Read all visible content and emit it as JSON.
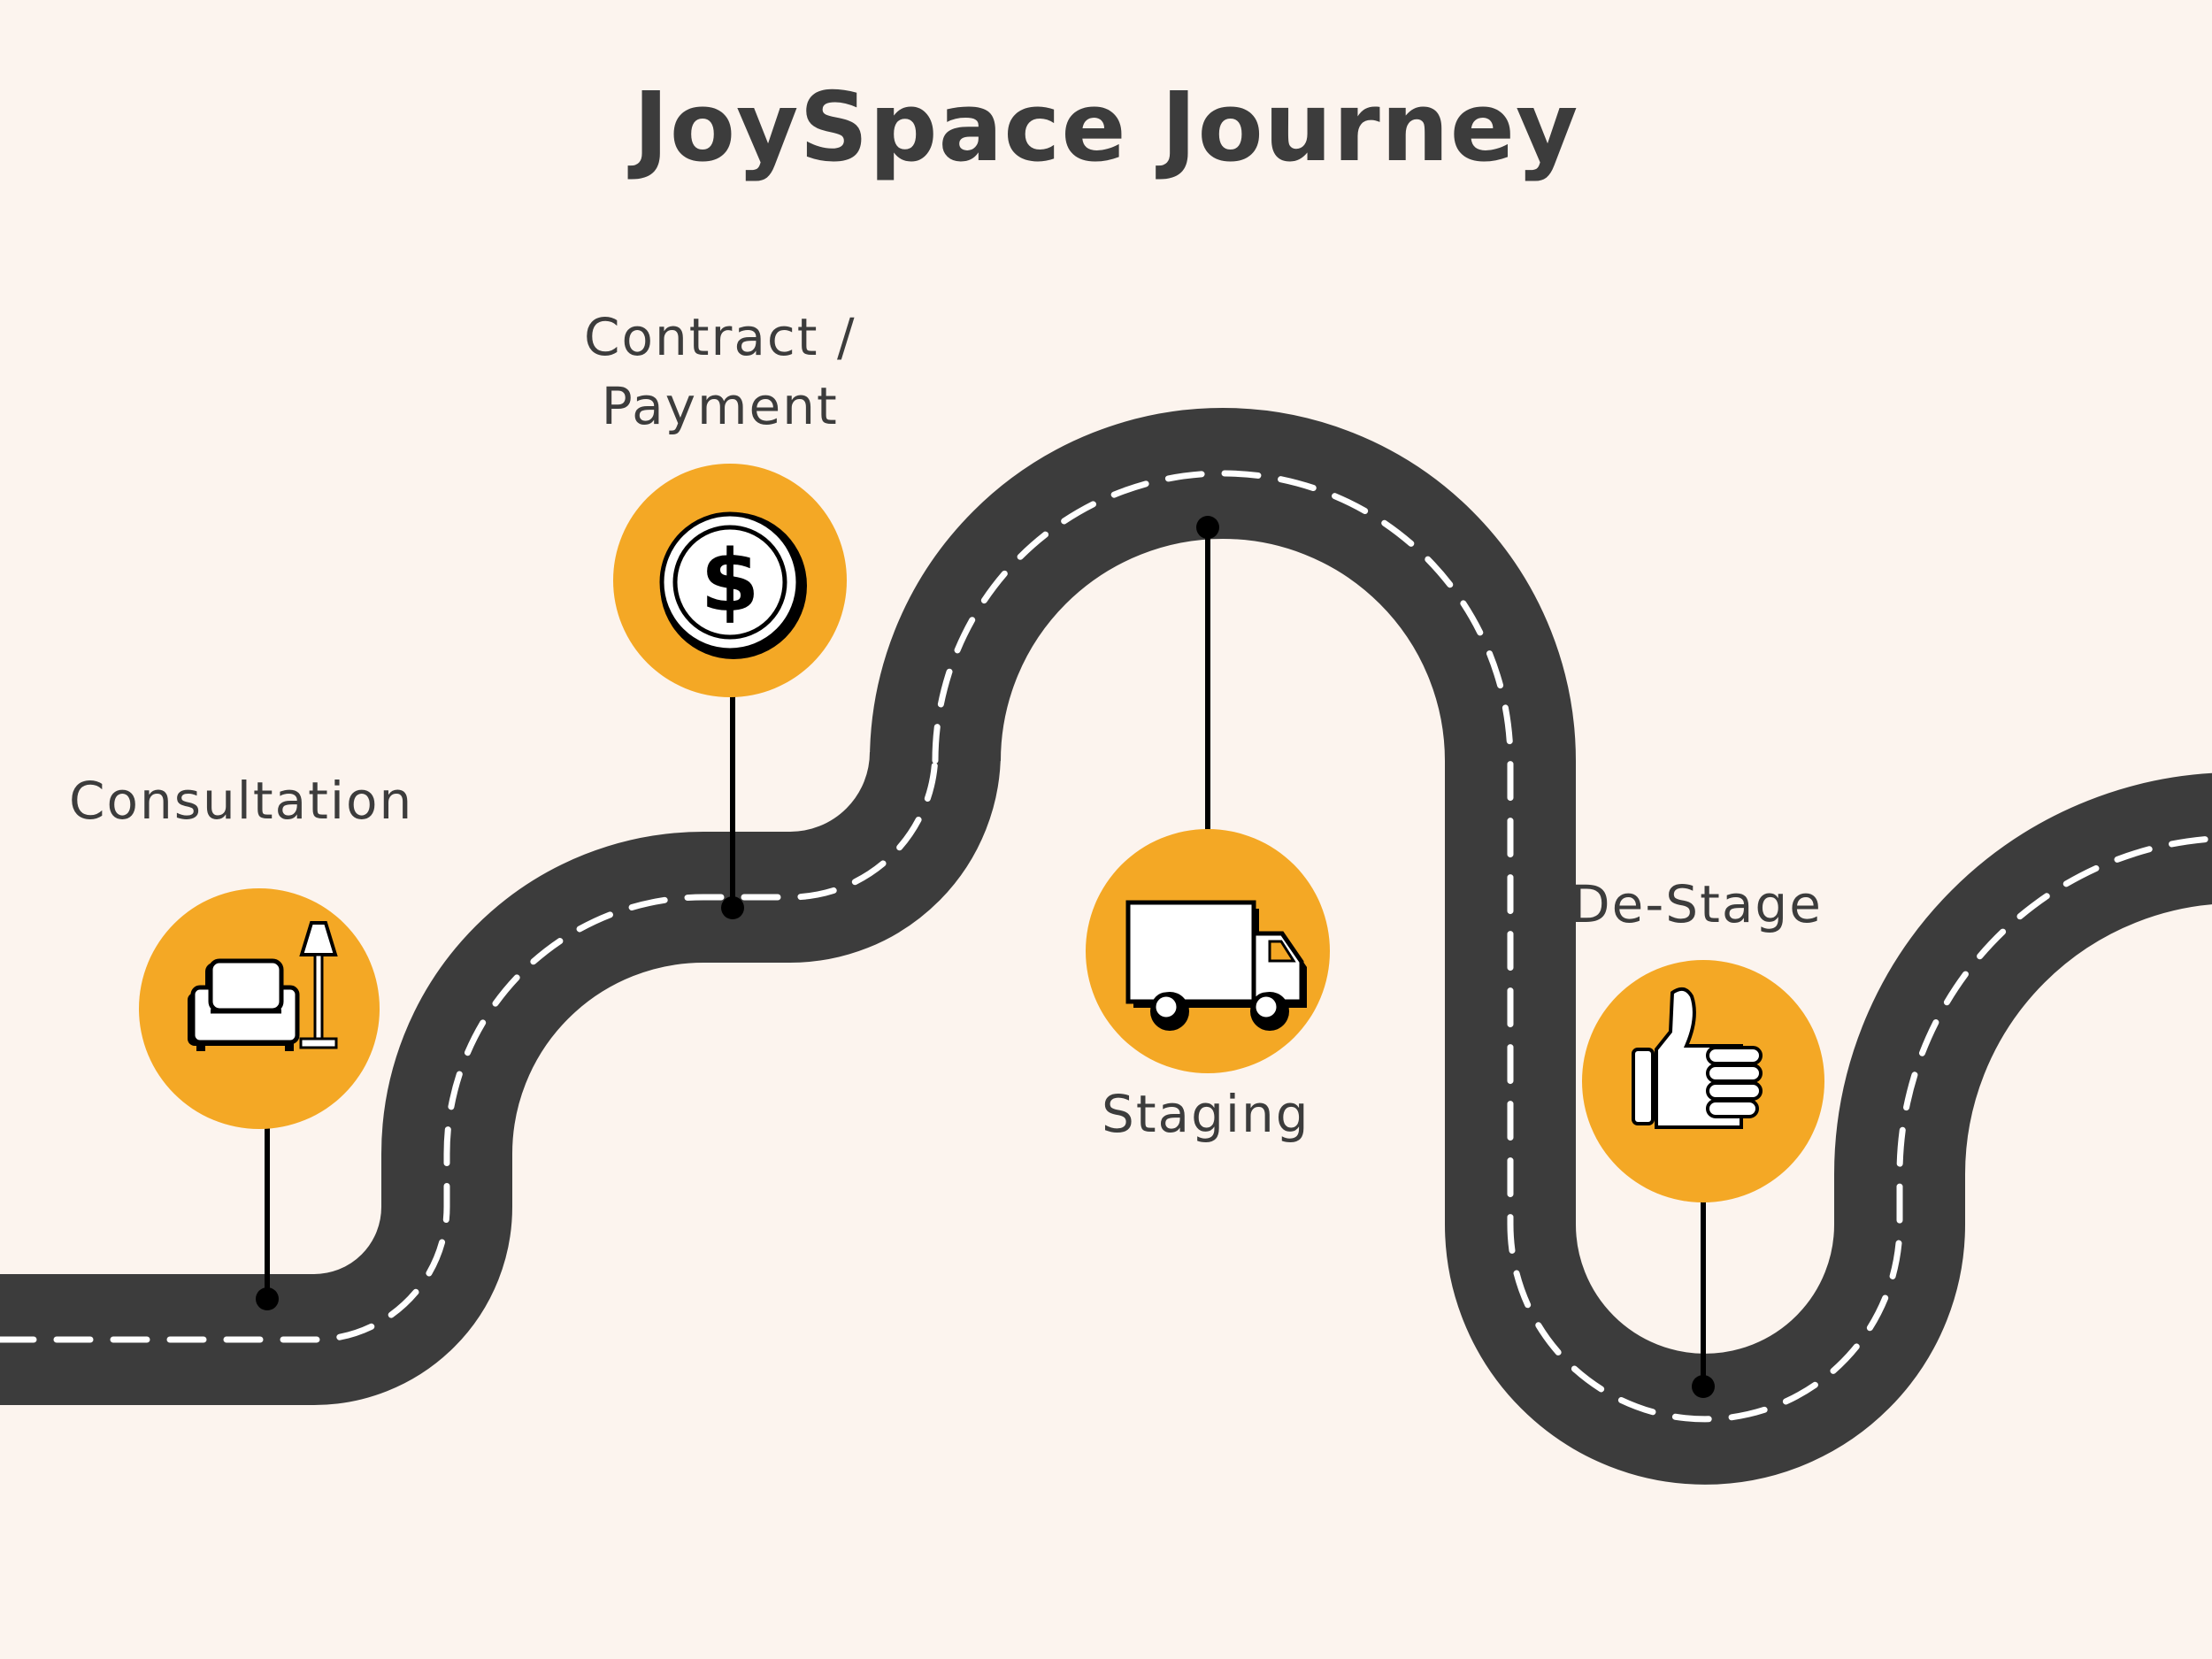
{
  "title": "JoySpace Journey",
  "colors": {
    "background": "#FCF4EE",
    "road": "#3C3C3C",
    "lane_marking": "#FFFFFF",
    "circle": "#F4A825",
    "text": "#3C3C3C",
    "icon_outline": "#000000"
  },
  "stages": [
    {
      "id": "consultation",
      "label": "Consultation",
      "icon": "sofa-lamp-icon"
    },
    {
      "id": "contract-payment",
      "label_line1": "Contract /",
      "label_line2": "Payment",
      "icon": "dollar-coin-icon"
    },
    {
      "id": "staging",
      "label": "Staging",
      "icon": "delivery-truck-icon"
    },
    {
      "id": "de-stage",
      "label": "De-Stage",
      "icon": "thumbs-up-icon"
    }
  ]
}
